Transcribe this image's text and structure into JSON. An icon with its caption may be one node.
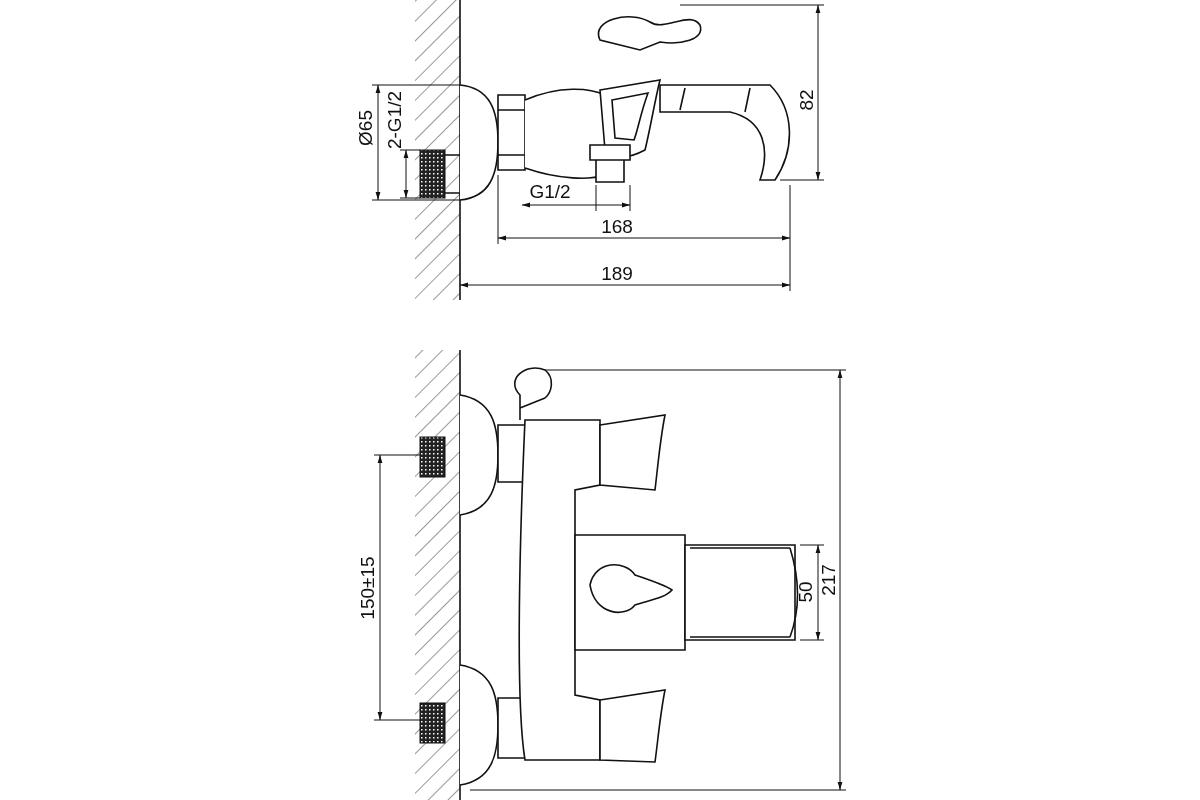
{
  "diagram": {
    "labels": [
      "Ø65",
      "2-G1/2",
      "82",
      "G1/2",
      "168",
      "189",
      "150±15",
      "50",
      "217"
    ]
  }
}
